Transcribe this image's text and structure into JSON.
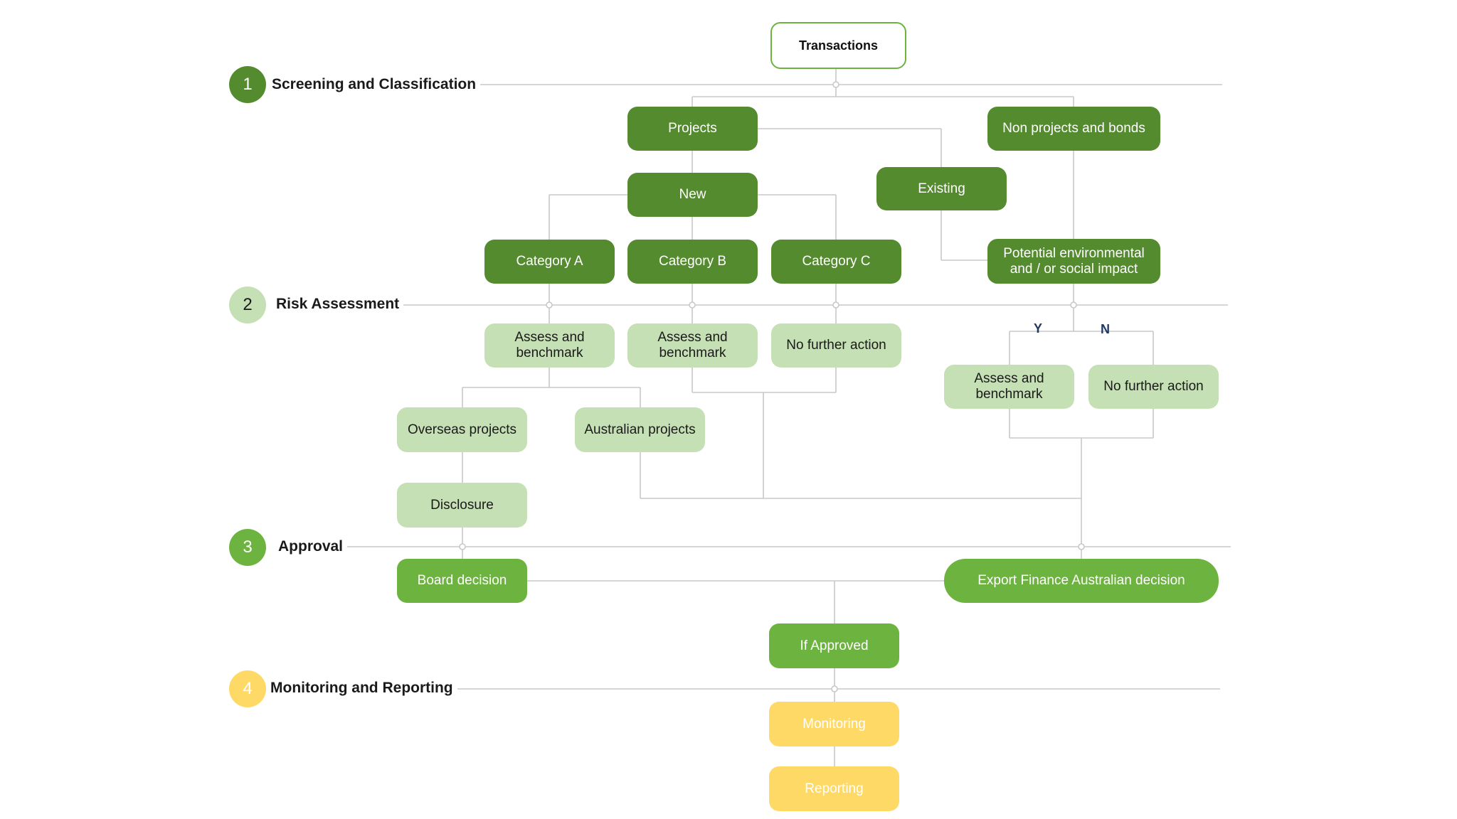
{
  "stages": [
    {
      "num": "1",
      "label": "Screening and Classification",
      "color": "#558b2f",
      "num_color": "#ffffff"
    },
    {
      "num": "2",
      "label": "Risk Assessment",
      "color": "#c5e0b4",
      "num_color": "#1a1a1a"
    },
    {
      "num": "3",
      "label": "Approval",
      "color": "#6db33f",
      "num_color": "#ffffff"
    },
    {
      "num": "4",
      "label": "Monitoring and Reporting",
      "color": "#ffd966",
      "num_color": "#ffffff"
    }
  ],
  "nodes": {
    "transactions": "Transactions",
    "projects": "Projects",
    "non_projects": "Non projects and bonds",
    "new": "New",
    "existing": "Existing",
    "category_a": "Category A",
    "category_b": "Category B",
    "category_c": "Category C",
    "potential_impact": "Potential environmental\nand / or social impact",
    "assess_a": "Assess and\nbenchmark",
    "assess_b": "Assess and\nbenchmark",
    "no_action_c": "No further action",
    "assess_y": "Assess and\nbenchmark",
    "no_action_n": "No further action",
    "overseas": "Overseas projects",
    "australian": "Australian projects",
    "disclosure": "Disclosure",
    "board": "Board decision",
    "efa_decision": "Export Finance Australian decision",
    "if_approved": "If Approved",
    "monitoring": "Monitoring",
    "reporting": "Reporting"
  },
  "branch_labels": {
    "yes": "Y",
    "no": "N"
  },
  "colors": {
    "dark_green": "#558b2f",
    "mid_green": "#6db33f",
    "light_green": "#c5e0b4",
    "yellow": "#ffd966",
    "connector": "#c8c8c8",
    "yn_text": "#1f3864"
  }
}
